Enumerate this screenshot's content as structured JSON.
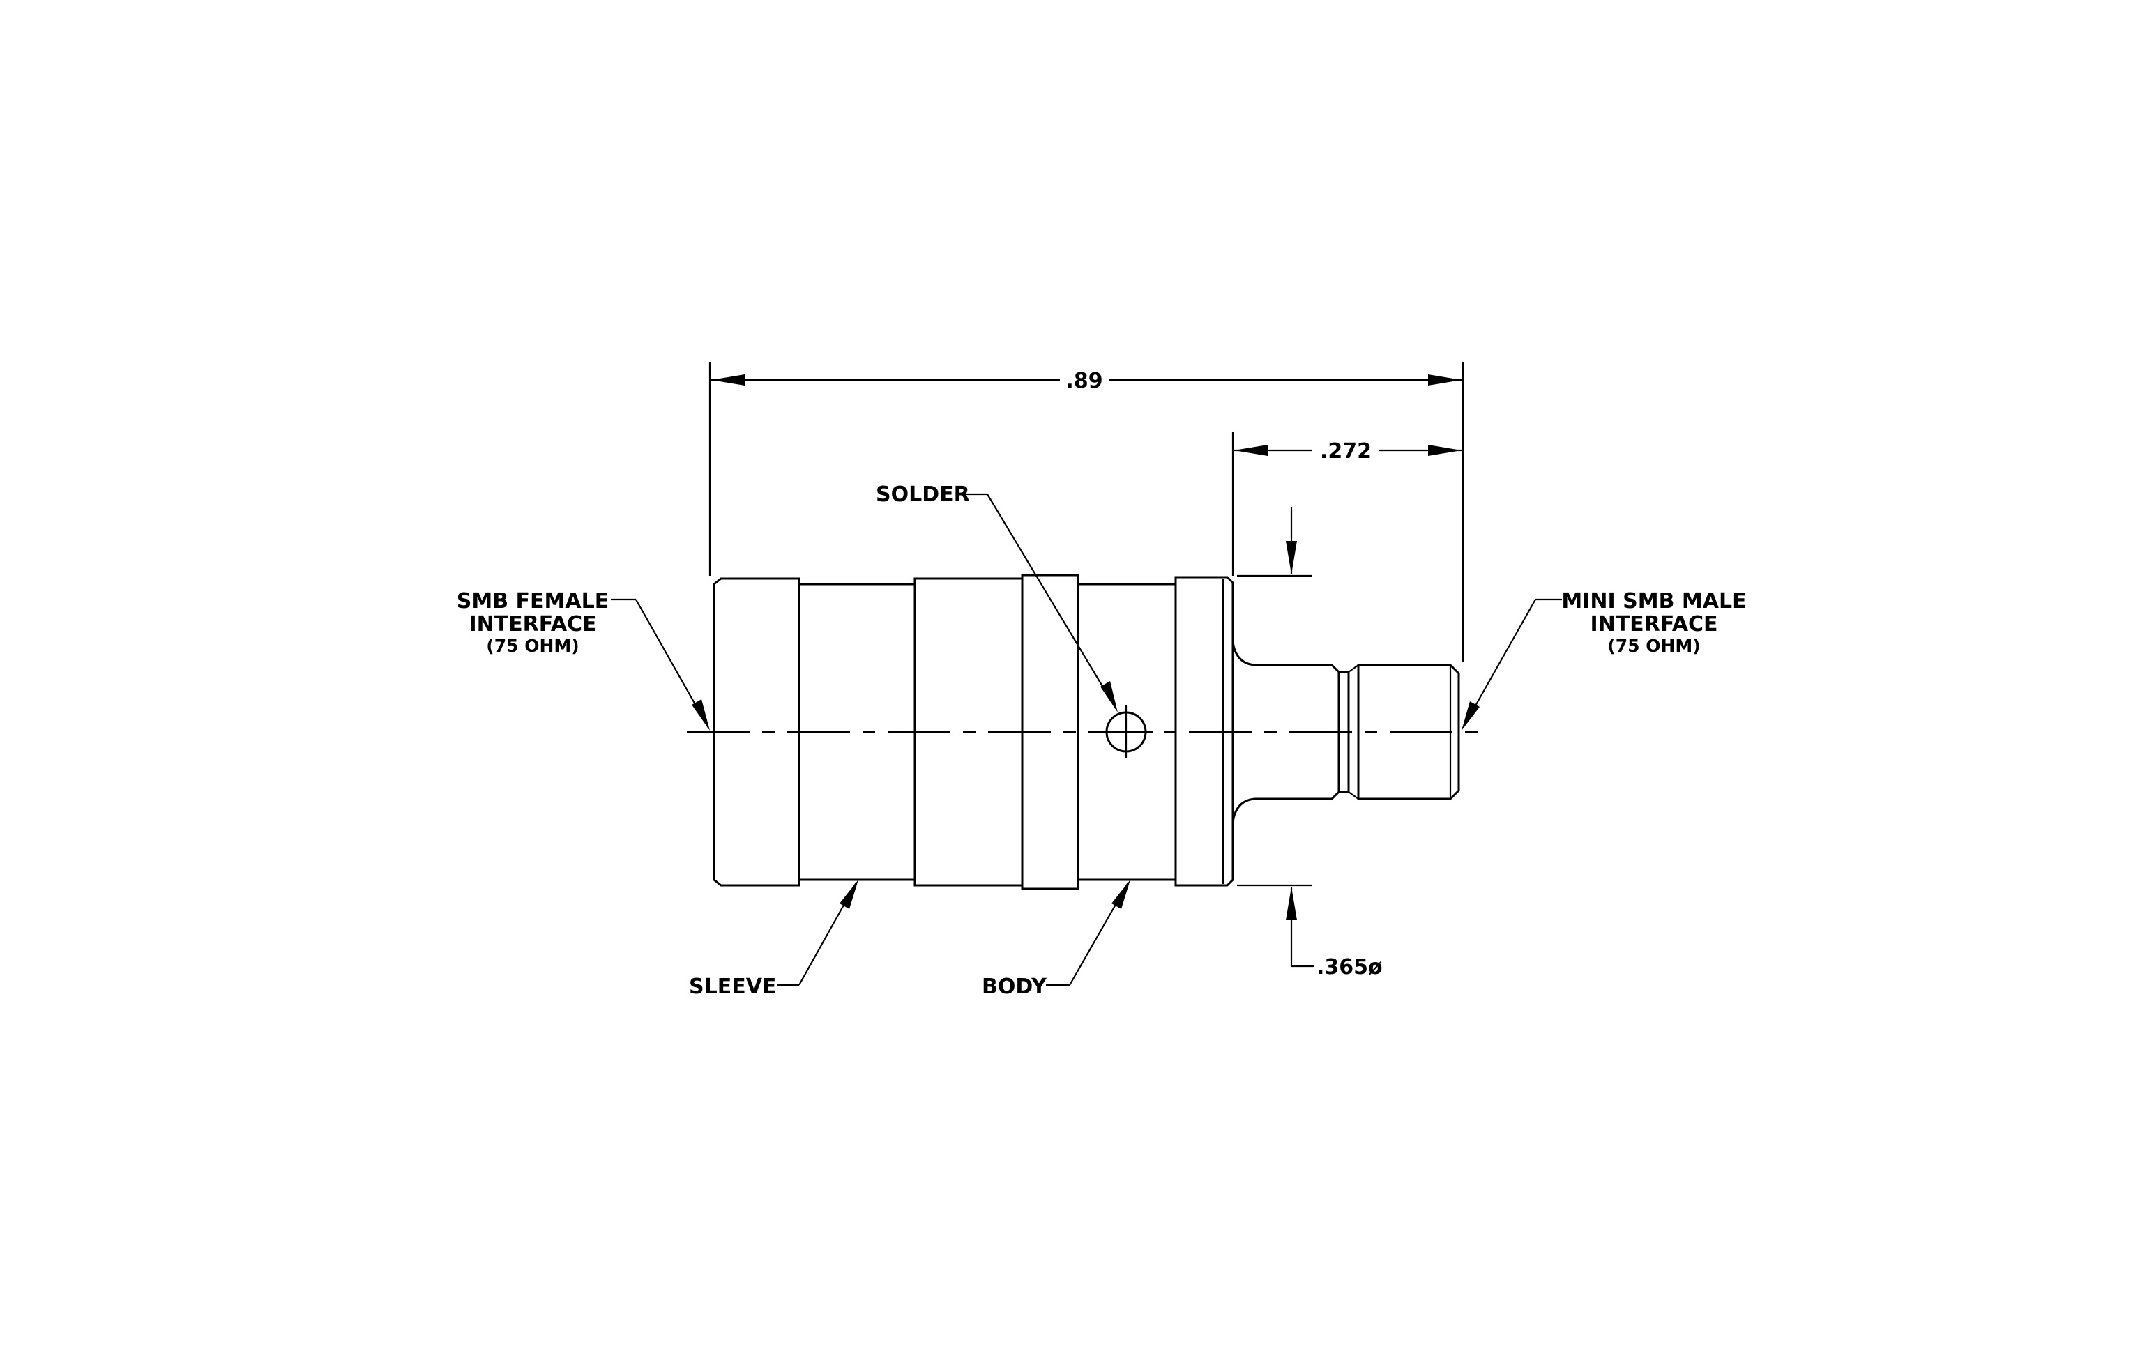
{
  "dimensions": {
    "overall_length": ".89",
    "male_length": ".272",
    "diameter": ".365ø"
  },
  "labels": {
    "solder": "SOLDER",
    "sleeve": "SLEEVE",
    "body": "BODY",
    "left_interface": {
      "line1": "SMB FEMALE",
      "line2": "INTERFACE",
      "line3": "(75 OHM)"
    },
    "right_interface": {
      "line1": "MINI SMB MALE",
      "line2": "INTERFACE",
      "line3": "(75 OHM)"
    }
  },
  "colors": {
    "line": "#000000",
    "background": "#ffffff"
  }
}
